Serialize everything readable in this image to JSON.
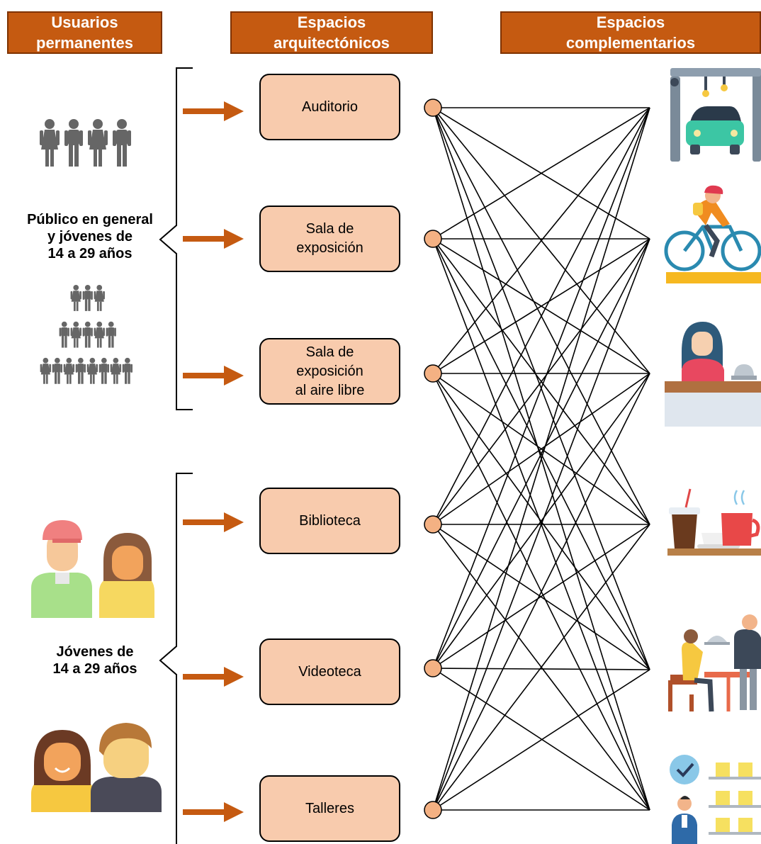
{
  "headers": {
    "users": "Usuarios\npermanentes",
    "architectural": "Espacios\narquitectónicos",
    "complementary": "Espacios\ncomplementarios"
  },
  "user_groups": [
    {
      "label": "Público en general\ny jóvenes de\n14 a 29 años",
      "icons": [
        "people-group-icon",
        "crowd-pyramid-icon"
      ]
    },
    {
      "label": "Jóvenes de\n14 a 29 años",
      "icons": [
        "teen-boy-girl-icon",
        "young-couple-icon"
      ]
    }
  ],
  "spaces": [
    {
      "label": "Auditorio"
    },
    {
      "label": "Sala de\nexposición"
    },
    {
      "label": "Sala de\nexposición\nal aire libre"
    },
    {
      "label": "Biblioteca"
    },
    {
      "label": "Videoteca"
    },
    {
      "label": "Talleres"
    }
  ],
  "complementary_icons": [
    "car-factory-icon",
    "cyclist-icon",
    "reception-desk-icon",
    "coffee-cups-icon",
    "restaurant-waiter-icon",
    "storage-shelves-worker-icon"
  ],
  "colors": {
    "header_fill": "#c55a11",
    "box_fill": "#f8cbad",
    "arrow": "#c55a11",
    "node_fill": "#f4b183",
    "people_gray": "#666666"
  }
}
